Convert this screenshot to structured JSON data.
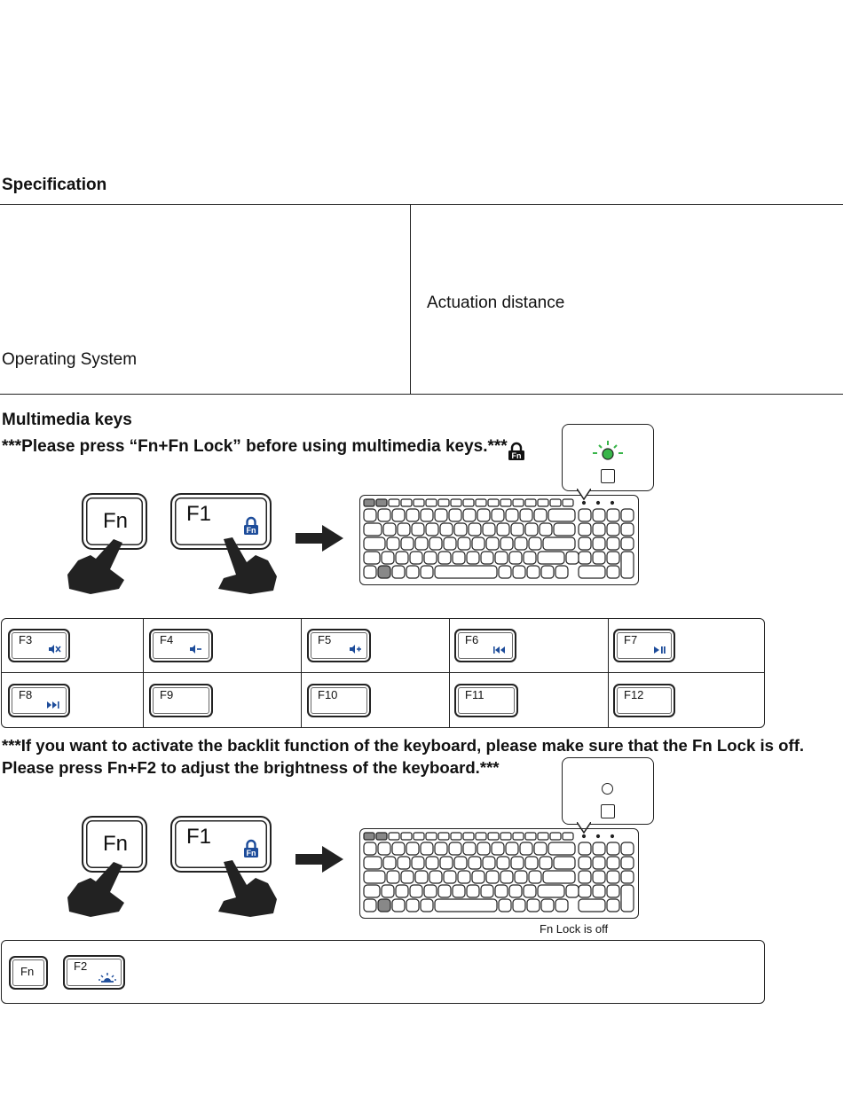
{
  "spec": {
    "title": "Specification",
    "operating_system_label": "Operating System",
    "actuation_label": "Actuation distance"
  },
  "multimedia": {
    "title": "Multimedia keys",
    "instruction": "***Please press “Fn+Fn Lock” before using multimedia keys.***",
    "fn_key": "Fn",
    "f1_key": "F1",
    "lock_icon_text": "Fn",
    "keys": [
      {
        "label": "F3",
        "icon": "mute-icon"
      },
      {
        "label": "F4",
        "icon": "volume-down-icon"
      },
      {
        "label": "F5",
        "icon": "volume-up-icon"
      },
      {
        "label": "F6",
        "icon": "previous-track-icon"
      },
      {
        "label": "F7",
        "icon": "play-pause-icon"
      },
      {
        "label": "F8",
        "icon": "next-track-icon"
      },
      {
        "label": "F9",
        "icon": ""
      },
      {
        "label": "F10",
        "icon": ""
      },
      {
        "label": "F11",
        "icon": ""
      },
      {
        "label": "F12",
        "icon": ""
      }
    ]
  },
  "backlight": {
    "instruction_line1": "***If you want to activate the backlit function of the keyboard, please make sure that the Fn Lock is off.",
    "instruction_line2": "Please press Fn+F2 to adjust the brightness of the keyboard.***",
    "fn_key": "Fn",
    "f1_key": "F1",
    "lock_icon_text": "Fn",
    "caption": "Fn Lock is off",
    "combo_fn": "Fn",
    "combo_f2": "F2",
    "combo_f2_icon": "brightness-icon"
  },
  "colors": {
    "accent_blue": "#1d4c9a",
    "led_green": "#39b54a"
  }
}
